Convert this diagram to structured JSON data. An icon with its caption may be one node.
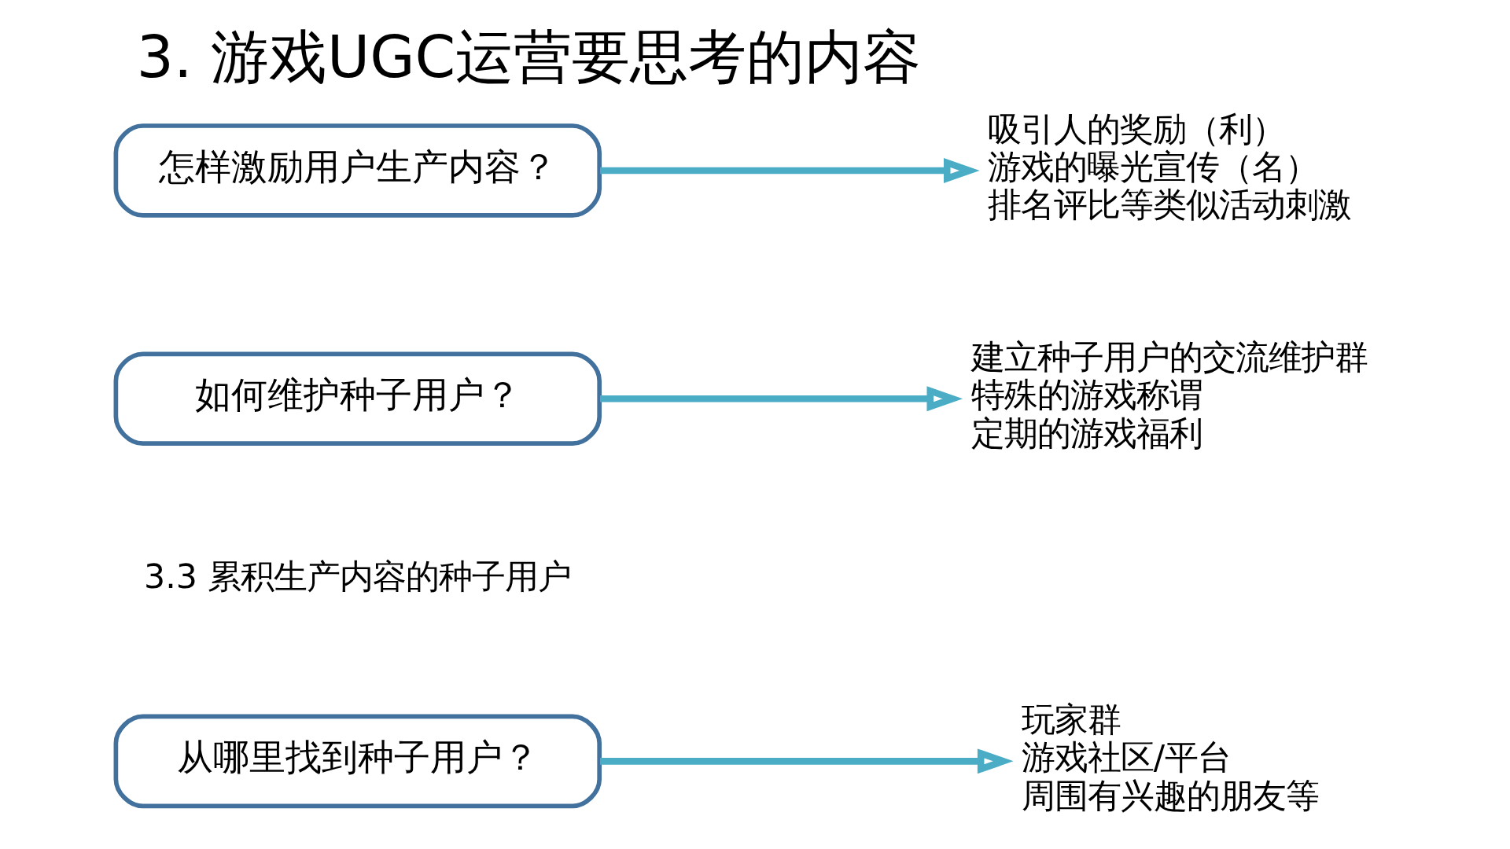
{
  "diagram": {
    "title": "3. 游戏UGC运营要思考的内容",
    "nodes": [
      {
        "text": [
          "从哪里找到种子用户？"
        ]
      },
      {
        "text": [
          "玩家群",
          "游戏社区/平台",
          "周围有兴趣的朋友等"
        ]
      },
      {
        "text": [
          "如何维护种子用户？"
        ]
      },
      {
        "text": [
          "建立种子用户的交流维护群",
          "特殊的游戏称谓",
          "定期的游戏福利"
        ]
      },
      {
        "text": [
          "怎样激励用户生产内容？"
        ]
      },
      {
        "text": [
          "吸引人的奖励（利）",
          "游戏的曝光宣传（名）",
          "排名评比等类似活动刺激"
        ]
      }
    ],
    "edges": [
      {
        "from": 0,
        "to": 1,
        "arrow": "to"
      },
      {
        "from": 2,
        "to": 3,
        "arrow": "to"
      },
      {
        "from": 4,
        "to": 5,
        "arrow": "to"
      }
    ],
    "labels": [
      "3.3 累积生产内容的种子用户"
    ]
  }
}
